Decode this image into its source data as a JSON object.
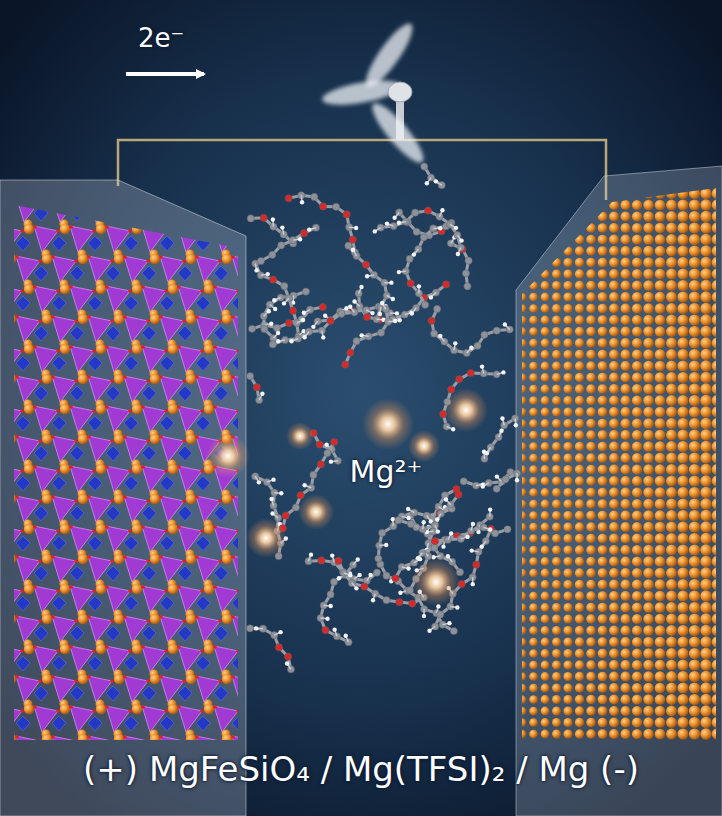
{
  "diagram": {
    "labels": [
      "2e⁻",
      "Mg²⁺",
      "(+) MgFeSiO₄ / Mg(TFSI)₂ / Mg (-)"
    ]
  }
}
